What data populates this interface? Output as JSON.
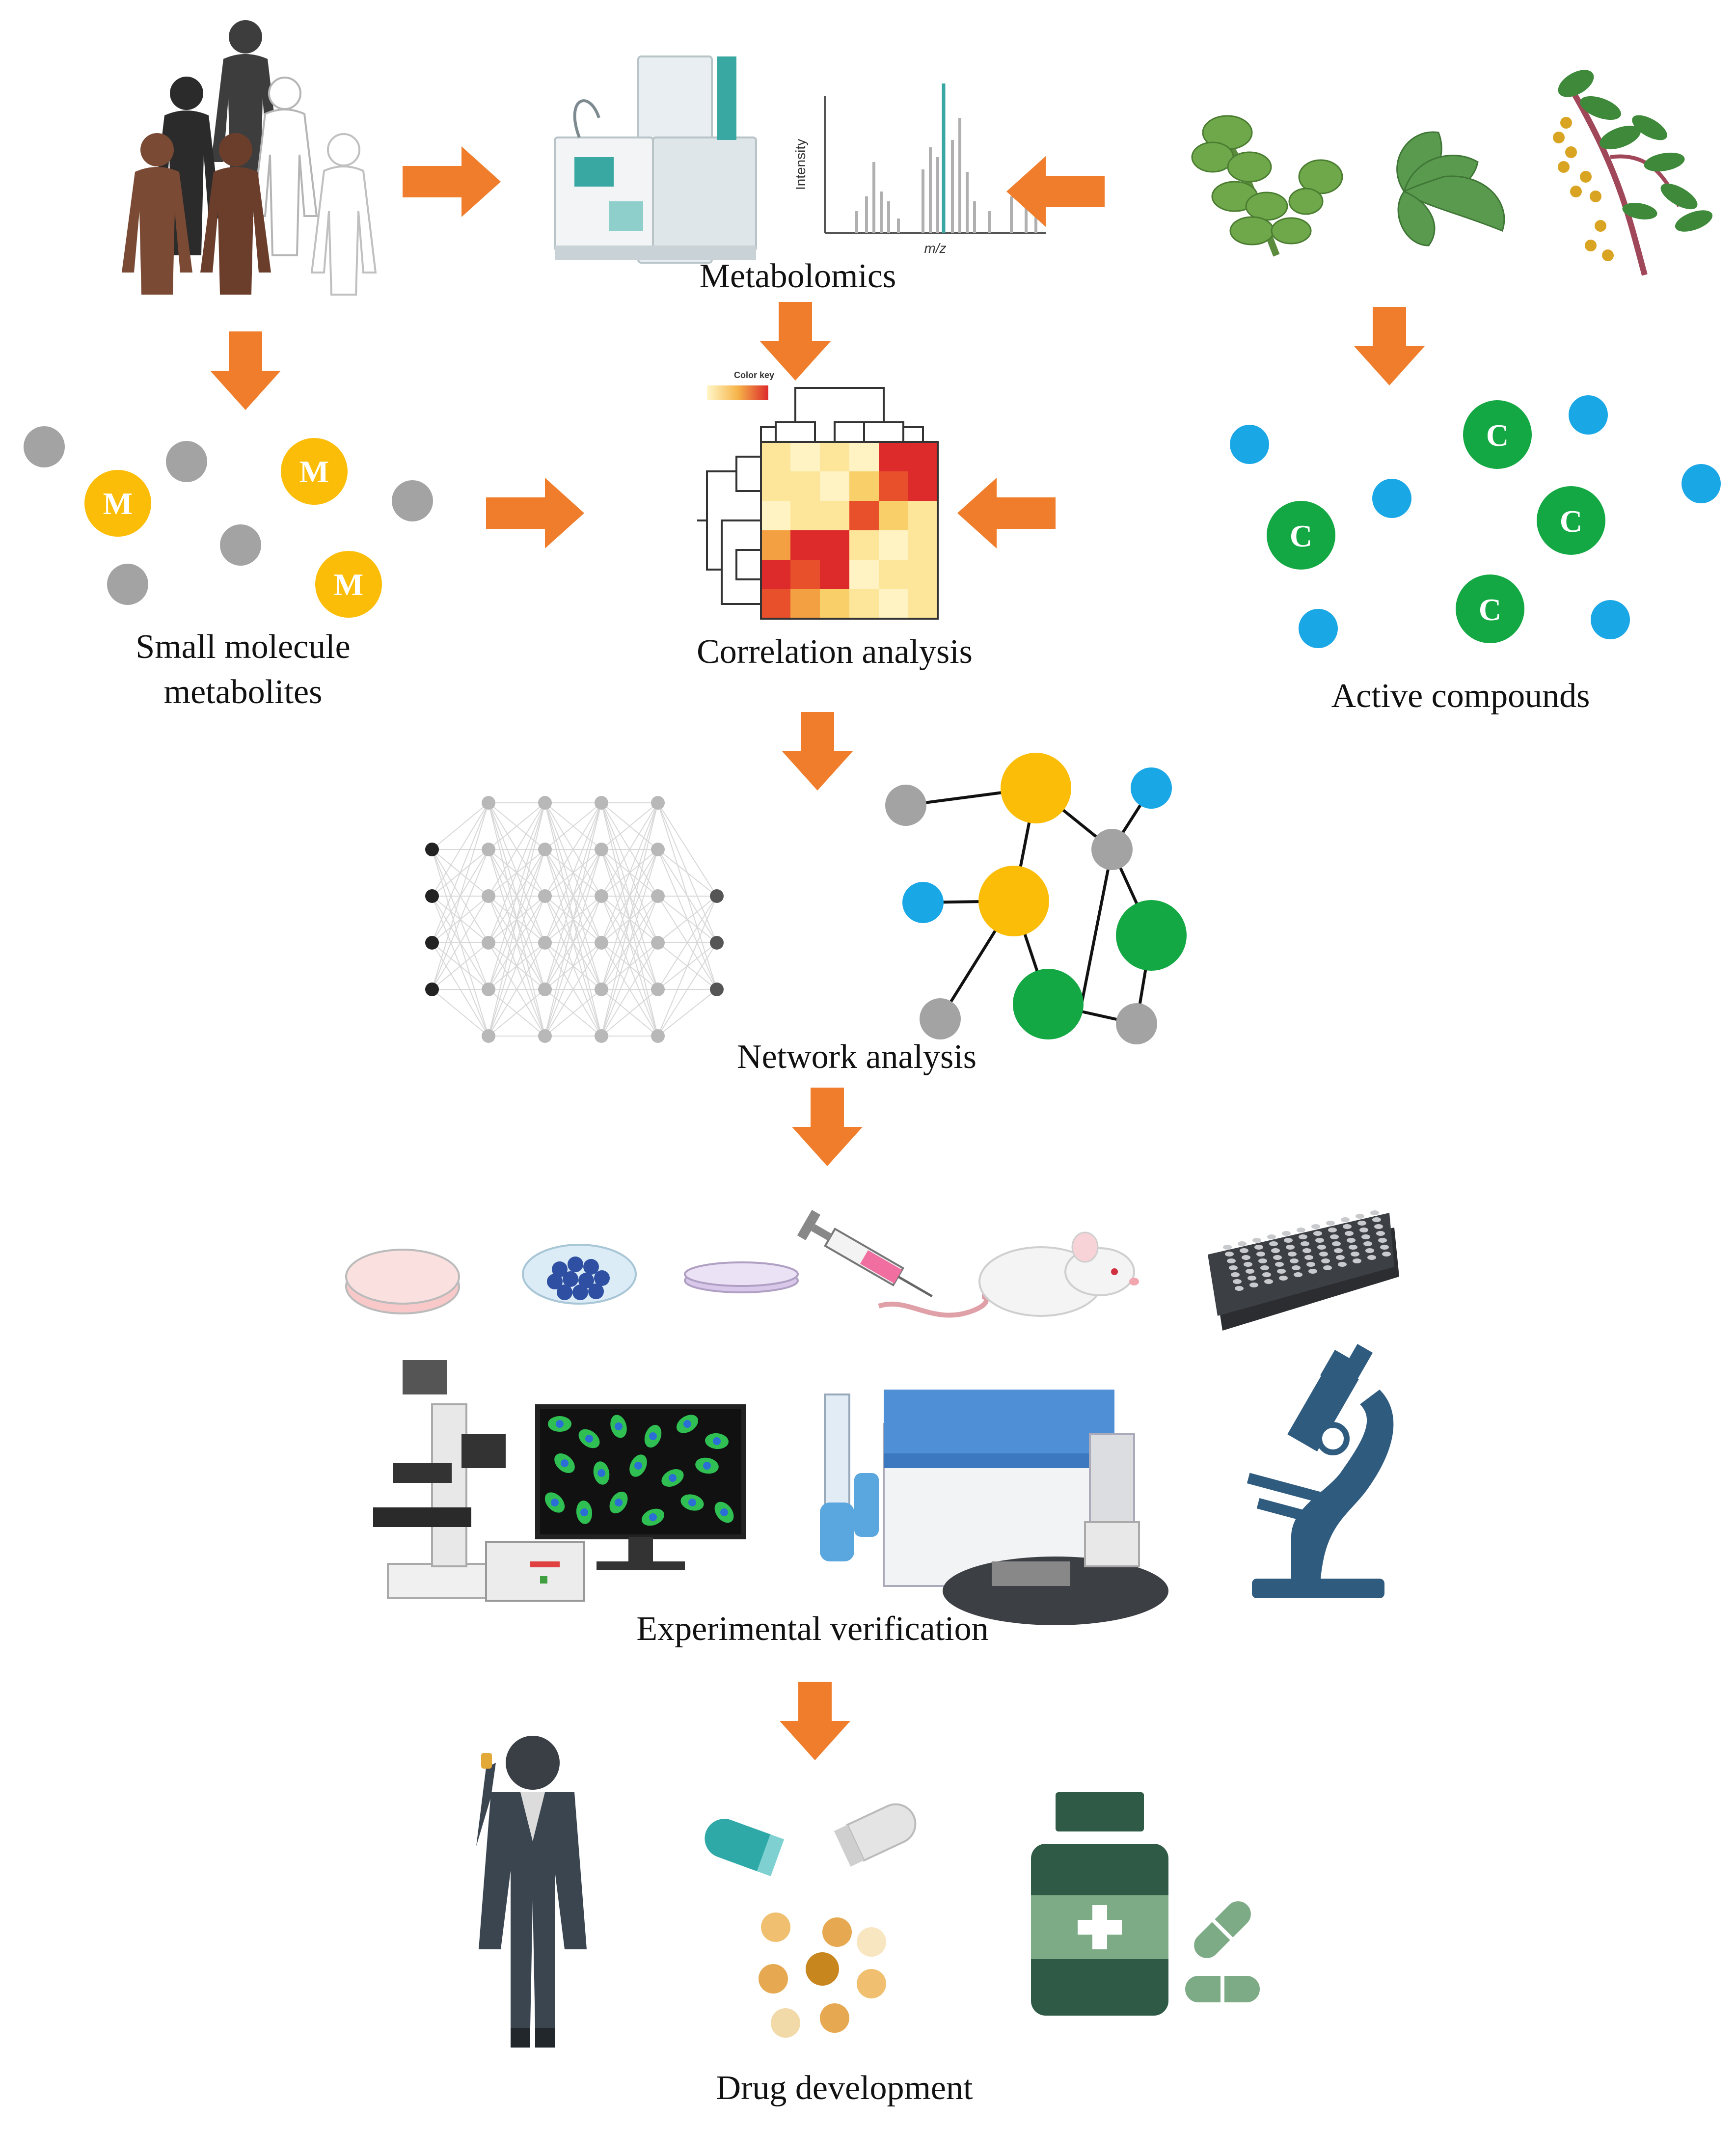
{
  "labels": {
    "metabolomics": "Metabolomics",
    "small_molecule_line1": "Small molecule",
    "small_molecule_line2": "metabolites",
    "correlation": "Correlation analysis",
    "active_compounds": "Active compounds",
    "network": "Network analysis",
    "experimental": "Experimental verification",
    "drug": "Drug development"
  },
  "spectrum": {
    "y_label": "Intensity",
    "x_label": "m/z"
  },
  "heatmap": {
    "color_key_label": "Color key"
  },
  "nodes": {
    "metabolite_letter": "M",
    "compound_letter": "C"
  },
  "colors": {
    "arrow": "#ef7d2b",
    "metabolite": "#fbbd08",
    "compound": "#13a843",
    "blue_dot": "#1aa7e6",
    "grey_dot": "#a3a3a3",
    "teal": "#3aa8a2"
  }
}
